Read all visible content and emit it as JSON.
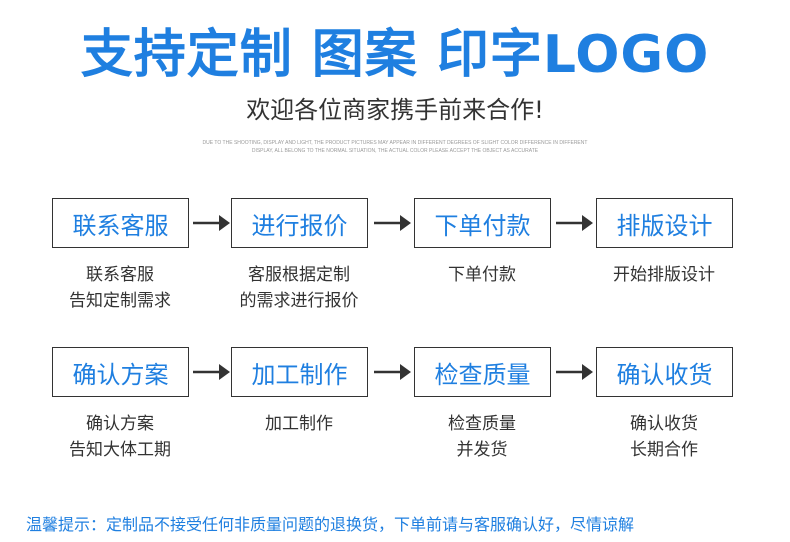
{
  "header": {
    "title": "支持定制 图案 印字LOGO",
    "subtitle": "欢迎各位商家携手前来合作!",
    "fine_print_line1": "DUE TO THE SHOOTING, DISPLAY AND LIGHT, THE PRODUCT PICTURES MAY APPEAR IN DIFFERENT DEGREES OF SLIGHT COLOR DIFFERENCE IN DIFFERENT",
    "fine_print_line2": "DISPLAY, ALL BELONG TO THE NORMAL SITUATION, THE ACTUAL COLOR PLEASE ACCEPT THE OBJECT AS ACCURATE"
  },
  "steps_row1": [
    {
      "label": "联系客服",
      "desc1": "联系客服",
      "desc2": "告知定制需求"
    },
    {
      "label": "进行报价",
      "desc1": "客服根据定制",
      "desc2": "的需求进行报价"
    },
    {
      "label": "下单付款",
      "desc1": "下单付款",
      "desc2": ""
    },
    {
      "label": "排版设计",
      "desc1": "开始排版设计",
      "desc2": ""
    }
  ],
  "steps_row2": [
    {
      "label": "确认方案",
      "desc1": "确认方案",
      "desc2": "告知大体工期"
    },
    {
      "label": "加工制作",
      "desc1": "加工制作",
      "desc2": ""
    },
    {
      "label": "检查质量",
      "desc1": "检查质量",
      "desc2": "并发货"
    },
    {
      "label": "确认收货",
      "desc1": "确认收货",
      "desc2": "长期合作"
    }
  ],
  "footer": {
    "tip": "温馨提示：定制品不接受任何非质量问题的退换货，下单前请与客服确认好，尽情谅解"
  },
  "colors": {
    "accent": "#1f7fe0",
    "text": "#333333",
    "border": "#333333"
  },
  "icons": {
    "arrow": "arrow-right-icon"
  }
}
